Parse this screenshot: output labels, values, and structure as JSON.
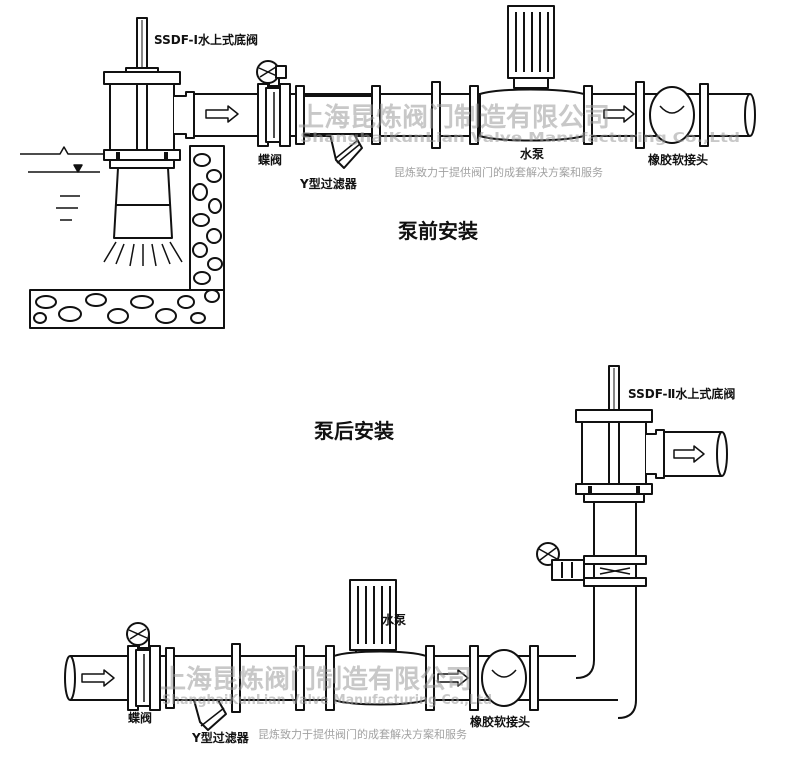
{
  "top_section": {
    "title": "泵前安装",
    "valve_label": "SSDF-Ⅰ水上式底阀",
    "butterfly_label": "蝶阀",
    "strainer_label": "Y型过滤器",
    "pump_label": "水泵",
    "joint_label": "橡胶软接头"
  },
  "bottom_section": {
    "title": "泵后安装",
    "valve_label": "SSDF-Ⅱ水上式底阀",
    "butterfly_label": "蝶阀",
    "strainer_label": "Y型过滤器",
    "pump_label": "水泵",
    "joint_label": "橡胶软接头"
  },
  "watermark": {
    "company_cn": "上海昆炼阀门制造有限公司",
    "company_en": "ShanghaiKunLian Valve Manufacturing Co.,Ltd",
    "slogan": "昆炼致力于提供阀门的成套解决方案和服务",
    "color": "#9c9c9c"
  },
  "colors": {
    "line": "#111111",
    "fill": "#ffffff"
  }
}
